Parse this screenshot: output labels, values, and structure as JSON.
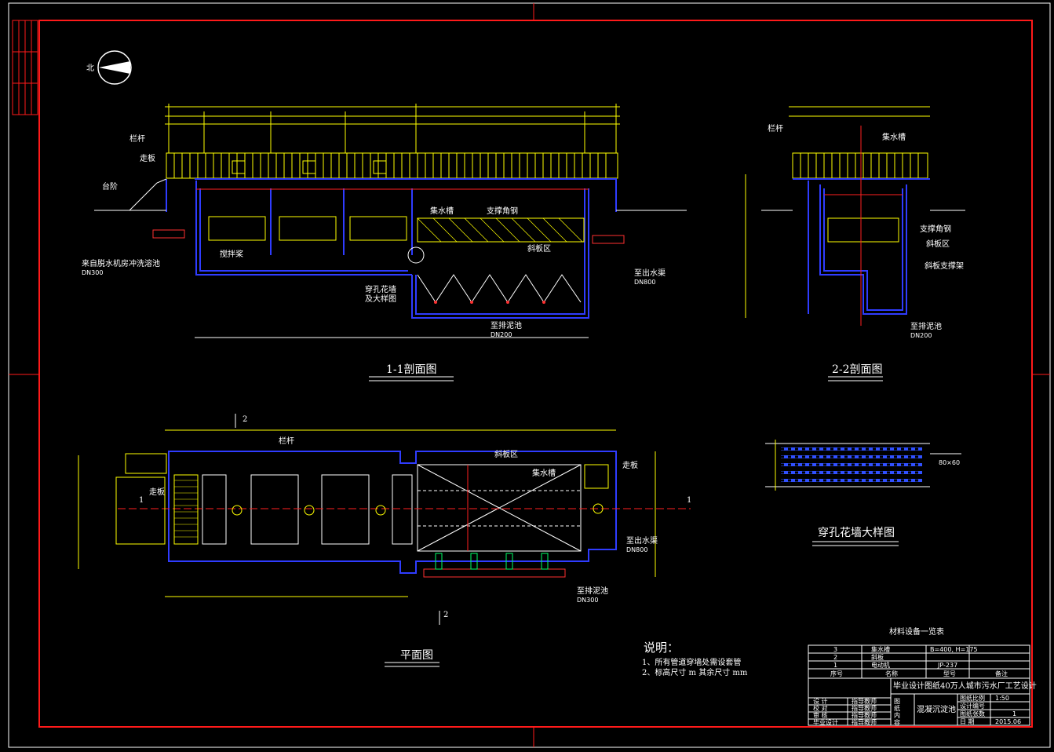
{
  "drawing": {
    "north_label": "北",
    "section_1_1": {
      "title": "1-1剖面图",
      "labels": {
        "railing": "栏杆",
        "walkway": "走板",
        "stairs": "台阶",
        "inlet_pipe": "来自脱水机房冲洗溶池",
        "inlet_dn": "DN300",
        "mixer": "搅拌桨",
        "perforated_wall": "穿孔花墙",
        "perforated_wall_2": "及大样图",
        "collector": "集水槽",
        "support_steel": "支撑角钢",
        "inclined_plate": "斜板区",
        "outlet_pipe": "至出水渠",
        "outlet_dn": "DN800",
        "sludge_pipe": "至排泥池",
        "sludge_dn": "DN200"
      }
    },
    "section_2_2": {
      "title": "2-2剖面图",
      "labels": {
        "railing": "栏杆",
        "collector": "集水槽",
        "support_steel": "支撑角钢",
        "inclined_plate": "斜板区",
        "plate_support": "斜板支撑架",
        "sludge_pipe": "至排泥池",
        "sludge_dn": "DN200"
      }
    },
    "plan": {
      "title": "平面图",
      "labels": {
        "railing": "栏杆",
        "walkway": "走板",
        "inclined_plate": "斜板区",
        "collector": "集水槽",
        "outlet_pipe": "至出水渠",
        "outlet_dn": "DN800",
        "sludge_pipe": "至排泥池",
        "sludge_dn": "DN300",
        "section_mark_1": "1",
        "section_mark_2": "2"
      }
    },
    "detail": {
      "title": "穿孔花墙大样图",
      "dimension": "80×60"
    },
    "notes": {
      "heading": "说明：",
      "line1": "1、所有管道穿墙处需设套管",
      "line2": "2、标高尺寸 m  其余尺寸 mm"
    },
    "material_table": {
      "title": "材料设备一览表",
      "rows": [
        {
          "no": "3",
          "name": "集水槽",
          "spec": "B=400, H=175",
          "note": ""
        },
        {
          "no": "2",
          "name": "斜板",
          "spec": "",
          "note": ""
        },
        {
          "no": "1",
          "name": "电动机",
          "spec": "JP-237",
          "note": ""
        }
      ],
      "header": {
        "no": "序号",
        "name": "名称",
        "spec": "型号",
        "note": "备注"
      }
    },
    "title_block": {
      "school": "毕业设计图纸",
      "project": "40万人城市污水厂工艺设计",
      "drawing_name": "混凝沉淀池",
      "scale_label": "图纸比例",
      "scale": "1:50",
      "drawing_no_label": "设计编号",
      "sheet_label": "图纸张数",
      "sheet": "1",
      "date_label": "日 期",
      "date": "2015.06",
      "roles": [
        "设 计",
        "校 对",
        "审 核",
        "毕业设计"
      ],
      "signatures": [
        "指导教师",
        "指导教师",
        "指导教师",
        "指导教师"
      ],
      "block_labels": [
        "图",
        "纸",
        "内",
        "容"
      ]
    }
  }
}
